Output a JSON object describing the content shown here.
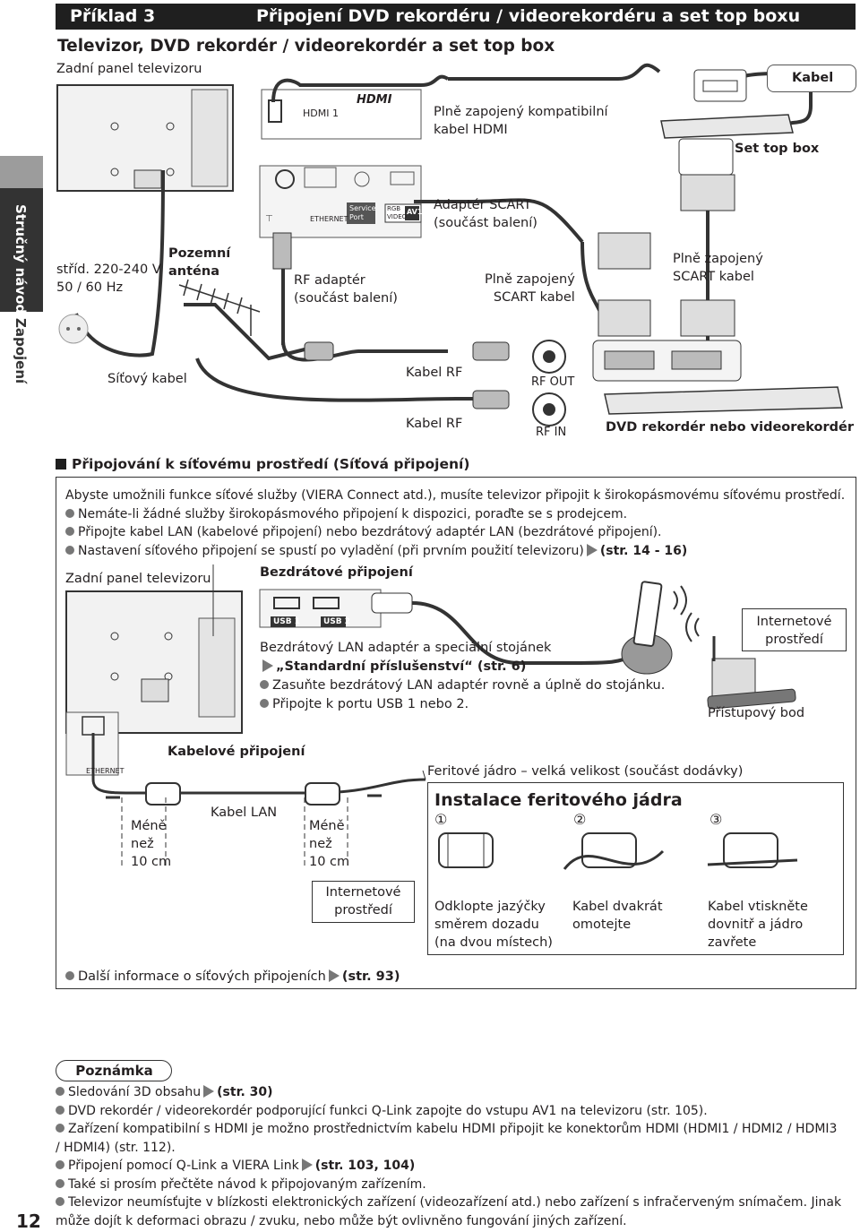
{
  "header": {
    "example_label": "Příklad 3",
    "title": "Připojení DVD rekordéru / videorekordéru a set top boxu",
    "subtitle": "Televizor, DVD rekordér / videorekordér a set top box"
  },
  "side_tabs": [
    "Stručný návod",
    "Zapojení"
  ],
  "diagram1": {
    "tv_rear_label": "Zadní panel televizoru",
    "hdmi_port_label": "HDMI 1",
    "hdmi_logo": "HDMI",
    "hdmi_cable_label": "Plně zapojený kompatibilní\nkabel HDMI",
    "cable_tag": "Kabel",
    "set_top_box": "Set top box",
    "ethernet_label": "ETHERNET",
    "service_port": "Service\nPort",
    "rgb_video": "RGB\nVIDEO",
    "av1": "AV1",
    "scart_adapter": "Adaptér SCART\n(součást balení)",
    "mains": "stříd. 220-240 V\n50 / 60 Hz",
    "antenna": "Pozemní\nanténa",
    "rf_adapter": "RF adaptér\n(součást balení)",
    "scart_cable_1": "Plně zapojený\nSCART kabel",
    "scart_cable_2": "Plně zapojený\nSCART kabel",
    "power_cable": "Síťový kabel",
    "rf_cable_1": "Kabel RF",
    "rf_cable_2": "Kabel RF",
    "rf_out": "RF OUT",
    "rf_in": "RF IN",
    "dvd_recorder": "DVD rekordér nebo videorekordér"
  },
  "network": {
    "heading": "Připojování k síťovému prostředí (Síťová připojení)",
    "intro": "Abyste umožnili funkce síťové služby (VIERA Connect atd.), musíte televizor připojit k širokopásmovému síťovému prostředí.",
    "bullets": [
      "Nemáte-li žádné služby širokopásmového připojení k dispozici, poraďte se s prodejcem.",
      "Připojte kabel LAN (kabelové připojení) nebo bezdrátový adaptér LAN (bezdrátové připojení)."
    ],
    "setup_text": "Nastavení síťového připojení se spustí po vyladění (při prvním použití televizoru)",
    "setup_ref": "(str. 14 - 16)",
    "tv_rear_label": "Zadní panel televizoru",
    "wireless_heading": "Bezdrátové připojení",
    "usb1": "USB 1",
    "usb2": "USB 2",
    "wlan_text": "Bezdrátový LAN adaptér a speciální stojánek",
    "wlan_ref": "„Standardní příslušenství“ (str. 6)",
    "wlan_bullets": [
      "Zasuňte bezdrátový LAN adaptér rovně a úplně do stojánku.",
      "Připojte k portu USB 1 nebo 2."
    ],
    "internet_1": "Internetové\nprostředí",
    "access_point": "Přístupový bod",
    "wired_heading": "Kabelové připojení",
    "ethernet_label": "ETHERNET",
    "ferrite_label": "Feritové jádro – velká velikost (součást dodávky)",
    "lan_cable": "Kabel LAN",
    "less_than_1": "Méně\nnež\n10 cm",
    "less_than_2": "Méně\nnež\n10 cm",
    "internet_2": "Internetové\nprostředí",
    "ferrite_box_title": "Instalace feritového jádra",
    "steps": [
      {
        "num": "①",
        "text": "Odklopte jazýčky\nsměrem dozadu\n(na dvou místech)"
      },
      {
        "num": "②",
        "text": "Kabel dvakrát\nomotejte"
      },
      {
        "num": "③",
        "text": "Kabel vtiskněte\ndovnitř a jádro\nzavřete"
      }
    ],
    "more_info": "Další informace o síťových připojeních",
    "more_ref": "(str. 93)"
  },
  "note": {
    "title": "Poznámka",
    "items": [
      {
        "text": "Sledování 3D obsahu",
        "ref": "(str. 30)",
        "arrow": true
      },
      {
        "text": "DVD rekordér / videorekordér podporující funkci Q-Link zapojte do vstupu AV1 na televizoru (str. 105).",
        "ref": "",
        "arrow": false
      },
      {
        "text": "Zařízení kompatibilní s HDMI je možno prostřednictvím kabelu HDMI připojit ke konektorům HDMI (HDMI1 / HDMI2 / HDMI3",
        "ref": "",
        "arrow": false
      },
      {
        "text": "/ HDMI4) (str. 112).",
        "ref": "",
        "arrow": false,
        "continuation": true
      },
      {
        "text": "Připojení pomocí Q-Link a VIERA Link",
        "ref": "(str. 103, 104)",
        "arrow": true
      },
      {
        "text": "Také si prosím přečtěte návod k připojovaným zařízením.",
        "ref": "",
        "arrow": false
      },
      {
        "text": "Televizor neumísťujte v blízkosti elektronických zařízení (videozařízení atd.) nebo zařízení s infračerveným snímačem. Jinak",
        "ref": "",
        "arrow": false
      },
      {
        "text": "může dojít k deformaci obrazu / zvuku, nebo může být ovlivněno fungování jiných zařízení.",
        "ref": "",
        "arrow": false,
        "continuation": true
      }
    ]
  },
  "page_number": "12",
  "colors": {
    "header_bg": "#1f1f1f",
    "side_tab": "#333333",
    "bullet": "#777777",
    "text": "#231f20"
  }
}
